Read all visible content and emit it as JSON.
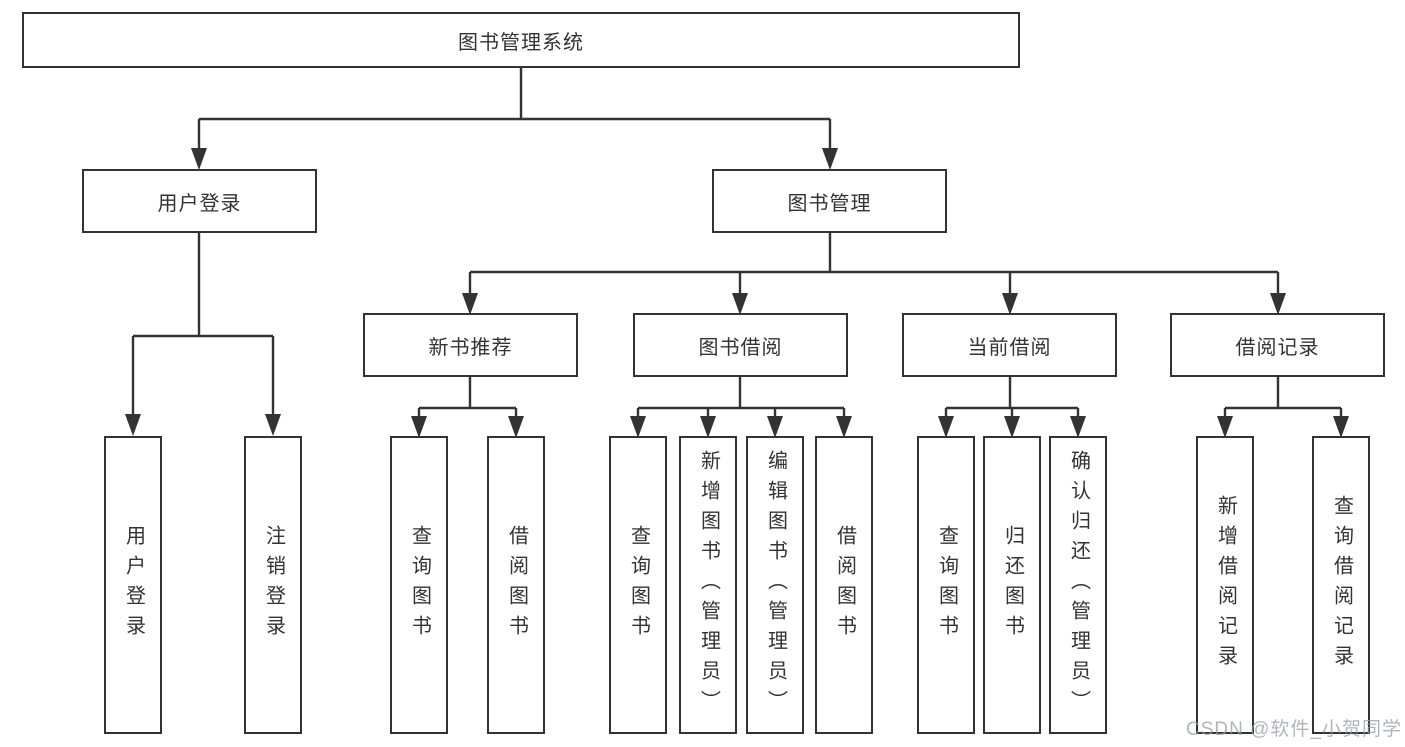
{
  "title": {
    "root": "图书管理系统"
  },
  "level2": {
    "user_login": "用户登录",
    "book_mgmt": "图书管理"
  },
  "level3": {
    "new_books": "新书推荐",
    "borrow": "图书借阅",
    "current": "当前借阅",
    "records": "借阅记录"
  },
  "leaves": {
    "user_login": [
      "用户登录",
      "注销登录"
    ],
    "new_books": [
      "查询图书",
      "借阅图书"
    ],
    "borrow": [
      "查询图书",
      "新增图书（管理员）",
      "编辑图书（管理员）",
      "借阅图书"
    ],
    "current": [
      "查询图书",
      "归还图书",
      "确认归还（管理员）"
    ],
    "records": [
      "新增借阅记录",
      "查询借阅记录"
    ]
  },
  "watermark": "CSDN @软件_小贺同学",
  "colors": {
    "line": "#333333",
    "text": "#333333",
    "background": "#ffffff",
    "watermark": "#969ca6"
  }
}
